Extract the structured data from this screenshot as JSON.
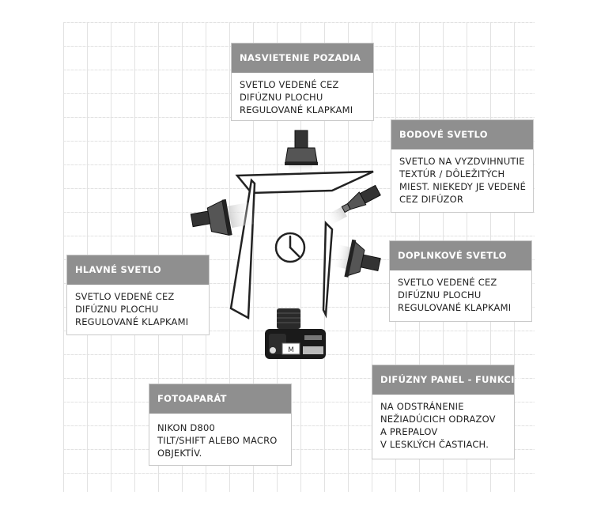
{
  "boxes": {
    "background": {
      "title": "NASVIETENIE POZADIA",
      "lines": [
        "SVETLO VEDENÉ CEZ",
        "DIFÚZNU PLOCHU",
        "REGULOVANÉ KLAPKAMI"
      ]
    },
    "spot": {
      "title": "BODOVÉ SVETLO",
      "lines": [
        "SVETLO NA VYZDVIHNUTIE",
        "TEXTÚR / DÔLEŽITÝCH",
        "MIEST. NIEKEDY JE VEDENÉ",
        "CEZ  DIFÚZOR"
      ]
    },
    "key": {
      "title": "HLAVNÉ SVETLO",
      "lines": [
        "SVETLO VEDENÉ CEZ",
        "DIFÚZNU PLOCHU",
        "REGULOVANÉ KLAPKAMI"
      ]
    },
    "fill": {
      "title": "DOPLNKOVÉ SVETLO",
      "lines": [
        "SVETLO VEDENÉ CEZ",
        "DIFÚZNU PLOCHU",
        "REGULOVANÉ KLAPKAMI"
      ]
    },
    "camera": {
      "title": "FOTOAPARÁT",
      "lines": [
        "NIKON D800",
        "TILT/SHIFT ALEBO MACRO",
        "OBJEKTÍV."
      ]
    },
    "diffuser": {
      "title": "DIFÚZNY PANEL - FUNKCIA",
      "lines": [
        "NA ODSTRÁNENIE",
        "NEŽIADÚCICH ODRAZOV",
        "A PREPALOV",
        "V LESKLÝCH ČASTIACH."
      ]
    }
  },
  "icons": [
    "softbox-light-icon",
    "spot-light-icon",
    "clock-icon",
    "camera-icon",
    "diffuser-panel-icon"
  ],
  "colors": {
    "header": "#8f8f8f",
    "border": "#c9c9c9",
    "ink": "#222222"
  }
}
